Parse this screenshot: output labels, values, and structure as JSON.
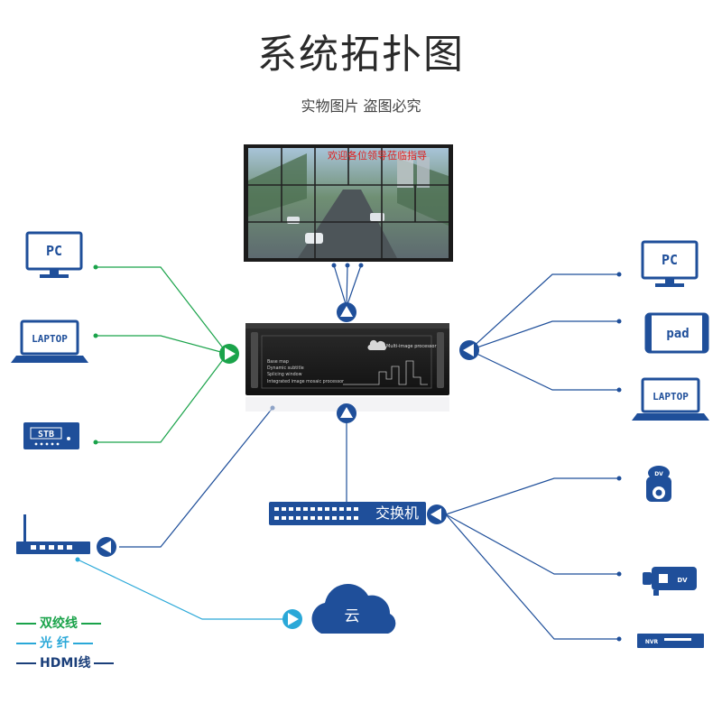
{
  "title": "系统拓扑图",
  "subtitle": "实物图片 盗图必究",
  "video_wall": {
    "banner": "欢迎各位领导莅临指导"
  },
  "processor": {
    "badge": "Multi-image processor",
    "features": [
      "Base map",
      "Dynamic subtitle",
      "Splicing window",
      "Integrated image mosaic processor"
    ]
  },
  "left_devices": {
    "pc": "PC",
    "laptop": "LAPTOP",
    "stb": "STB"
  },
  "right_devices": {
    "pc": "PC",
    "pad": "pad",
    "laptop": "LAPTOP"
  },
  "switch": {
    "label": "交换机"
  },
  "cameras": {
    "dome_label": "DV",
    "bullet_label": "DV",
    "nvr_label": "NVR"
  },
  "cloud": {
    "label": "云"
  },
  "legend": {
    "twisted_pair": "双绞线",
    "fiber": "光 纤",
    "hdmi": "HDMI线"
  },
  "colors": {
    "green": "#1aa34a",
    "blue": "#1f4f9a",
    "cyan": "#2aa8d8",
    "navy": "#1b3f7a"
  }
}
